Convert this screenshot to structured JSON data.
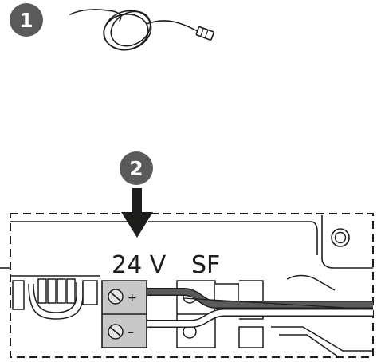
{
  "steps": [
    {
      "number": "1",
      "caption": ""
    },
    {
      "number": "2",
      "caption": ""
    }
  ],
  "terminal_labels": {
    "voltage": "24 V",
    "signal": "SF"
  },
  "icons": [
    "sensor-cable-icon",
    "down-arrow-icon",
    "terminal-block-icon",
    "screw-icon",
    "cable-icon"
  ],
  "colors": {
    "badge": "#5a5a5c",
    "line": "#1d1d1b",
    "terminal_fill": "#c8c8c8",
    "cable_fill": "#4a4a4a"
  }
}
